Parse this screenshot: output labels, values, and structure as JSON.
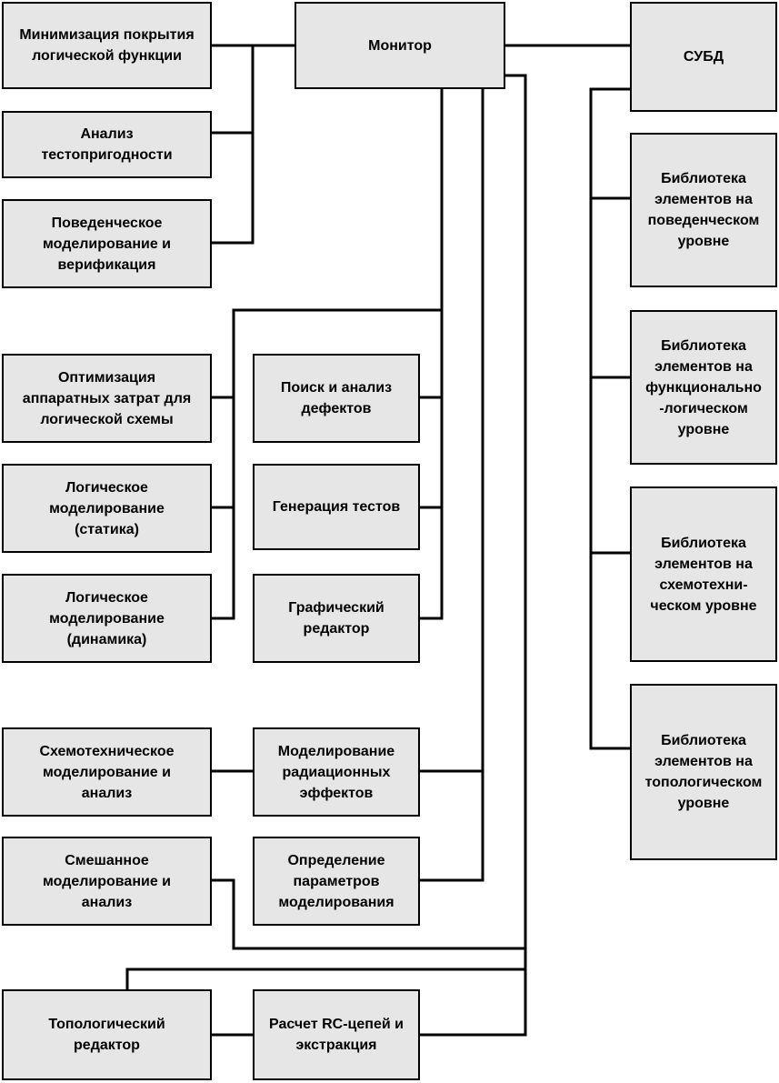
{
  "colors": {
    "box_fill": "#e6e6e6",
    "stroke": "#000000",
    "background": "#ffffff"
  },
  "diagram": {
    "monitor": "Монитор",
    "dbms": "СУБД",
    "left_column": [
      "Минимизация покрытия\nлогической функции",
      "Анализ\nтестопригодности",
      "Поведенческое\nмоделирование и\nверификация",
      "Оптимизация\nаппаратных затрат для\nлогической схемы",
      "Логическое\nмоделирование\n(статика)",
      "Логическое\nмоделирование\n(динамика)",
      "Схемотехническое\nмоделирование и\nанализ",
      "Смешанное\nмоделирование и\nанализ",
      "Топологический\nредактор"
    ],
    "middle_column": [
      "Поиск и анализ\nдефектов",
      "Генерация тестов",
      "Графический\nредактор",
      "Моделирование\nрадиационных\nэффектов",
      "Определение\nпараметров\nмоделирования",
      "Расчет RC-цепей и\nэкстракция"
    ],
    "libraries": [
      "Библиотека\nэлементов на\nповеденческом\nуровне",
      "Библиотека\nэлементов на\nфункционально\n-логическом\nуровне",
      "Библиотека\nэлементов на\nсхемотехни-\nческом уровне",
      "Библиотека\nэлементов на\nтопологическом\nуровне"
    ]
  }
}
